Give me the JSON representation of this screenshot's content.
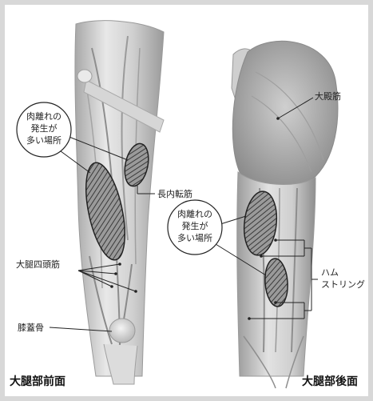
{
  "front": {
    "title": "大腿部前面",
    "callout": [
      "肉離れの",
      "発生が",
      "多い場所"
    ],
    "labels": {
      "adductor": "長内転筋",
      "quadriceps": "大腿四頭筋",
      "patella": "膝蓋骨"
    }
  },
  "back": {
    "title": "大腿部後面",
    "callout": [
      "肉離れの",
      "発生が",
      "多い場所"
    ],
    "labels": {
      "gluteus": "大殿筋",
      "hamstring_line1": "ハム",
      "hamstring_line2": "ストリング"
    }
  },
  "colors": {
    "muscle_light": "#e4e4e4",
    "muscle_dark": "#8a8a8a",
    "hatch": "#333333",
    "frame": "#d8d8d8"
  }
}
